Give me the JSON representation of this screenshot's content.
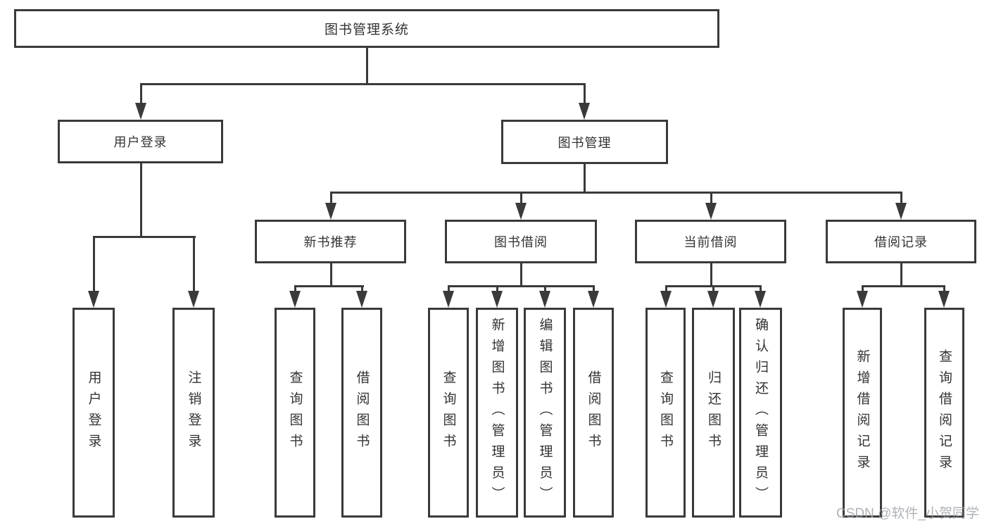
{
  "tree": {
    "root": {
      "label": "图书管理系统"
    },
    "branches": [
      {
        "label": "用户登录",
        "leaves": [
          {
            "label": "用户登录"
          },
          {
            "label": "注销登录"
          }
        ]
      },
      {
        "label": "图书管理",
        "groups": [
          {
            "label": "新书推荐",
            "leaves": [
              {
                "label": "查询图书"
              },
              {
                "label": "借阅图书"
              }
            ]
          },
          {
            "label": "图书借阅",
            "leaves": [
              {
                "label": "查询图书"
              },
              {
                "label": "新增图书（管理员）"
              },
              {
                "label": "编辑图书（管理员）"
              },
              {
                "label": "借阅图书"
              }
            ]
          },
          {
            "label": "当前借阅",
            "leaves": [
              {
                "label": "查询图书"
              },
              {
                "label": "归还图书"
              },
              {
                "label": "确认归还（管理员）"
              }
            ]
          },
          {
            "label": "借阅记录",
            "leaves": [
              {
                "label": "新增借阅记录"
              },
              {
                "label": "查询借阅记录"
              }
            ]
          }
        ]
      }
    ]
  },
  "watermark": {
    "text": "CSDN @软件_小贺同学"
  },
  "colors": {
    "line": "#3a3a3a",
    "text": "#333333",
    "background": "#ffffff",
    "watermark": "#9ba0a6"
  }
}
